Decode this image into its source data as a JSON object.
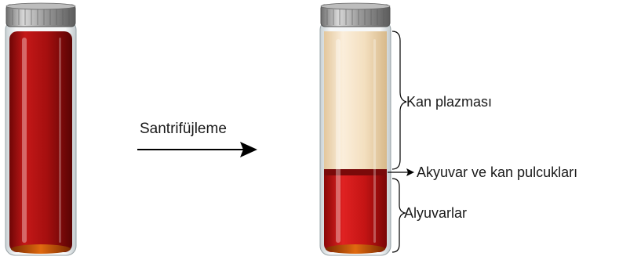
{
  "process": {
    "label": "Santrifüjleme"
  },
  "layers": [
    {
      "id": "plasma",
      "label": "Kan plazması",
      "color": "#f3dfbf"
    },
    {
      "id": "buffy_coat",
      "label": "Akyuvar ve kan pulcukları",
      "color": "#7a0a0a"
    },
    {
      "id": "red_cells",
      "label": "Alyuvarlar",
      "color": "#c41414"
    }
  ],
  "colors": {
    "blood": "#a50f0f",
    "cap": "#9a9a9a",
    "glass": "#e9eef0"
  }
}
